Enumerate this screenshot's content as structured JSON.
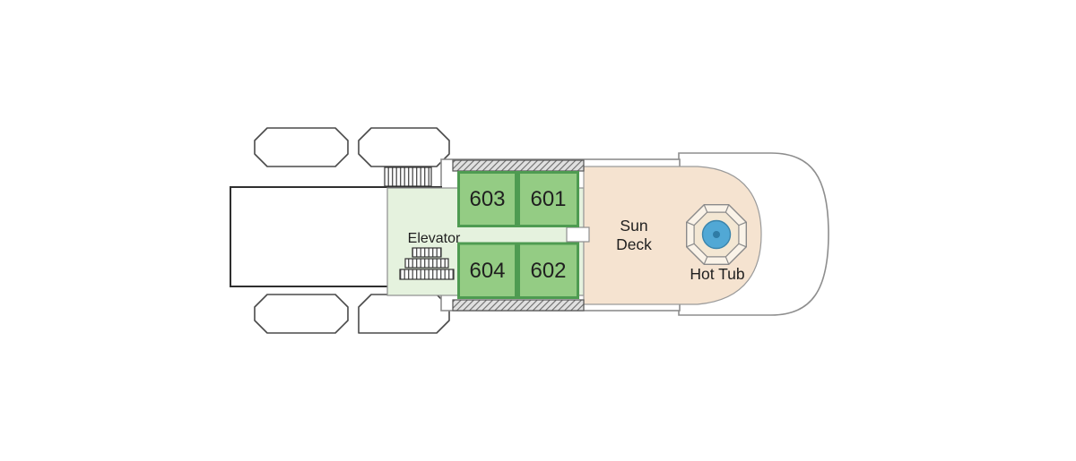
{
  "deck_plan": {
    "cabins": [
      {
        "number": "603"
      },
      {
        "number": "601"
      },
      {
        "number": "604"
      },
      {
        "number": "602"
      }
    ],
    "areas": {
      "elevator_label": "Elevator",
      "sun_deck_label_line1": "Sun",
      "sun_deck_label_line2": "Deck",
      "hot_tub_label": "Hot Tub"
    },
    "colors": {
      "cabin_fill": "#94cc84",
      "cabin_border": "#4e9b51",
      "interior_fill": "#e5f2de",
      "sun_deck_fill": "#f5e3d0",
      "hot_tub_water": "#51a8d5",
      "outline_gray": "#8e8e8e"
    },
    "icons": {
      "stairs": "stairs-icon",
      "hot_tub": "hot-tub-icon",
      "gangway": "gangway-hatch-icon"
    }
  }
}
